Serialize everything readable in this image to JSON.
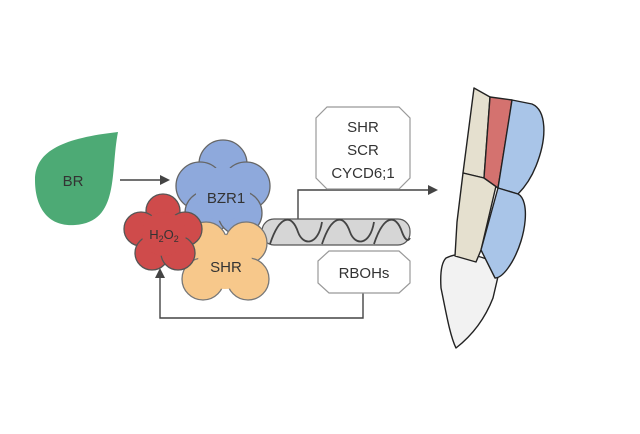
{
  "nodes": {
    "br": "BR",
    "bzr1": "BZR1",
    "h2o2": {
      "main": "H",
      "sub1": "2",
      "mid": "O",
      "sub2": "2"
    },
    "shr": "SHR"
  },
  "target_genes": [
    "SHR",
    "SCR",
    "CYCD6;1"
  ],
  "rbohs": "RBOHs",
  "colors": {
    "br": "#4daa75",
    "bzr1": "#8ea9dc",
    "h2o2": "#cf4b4b",
    "shr": "#f7c88b",
    "line": "#444444",
    "cell_beige": "#e5e0cf",
    "cell_red": "#d4726f",
    "cell_blue": "#a9c5e8",
    "cell_tip": "#f2f2f2"
  }
}
